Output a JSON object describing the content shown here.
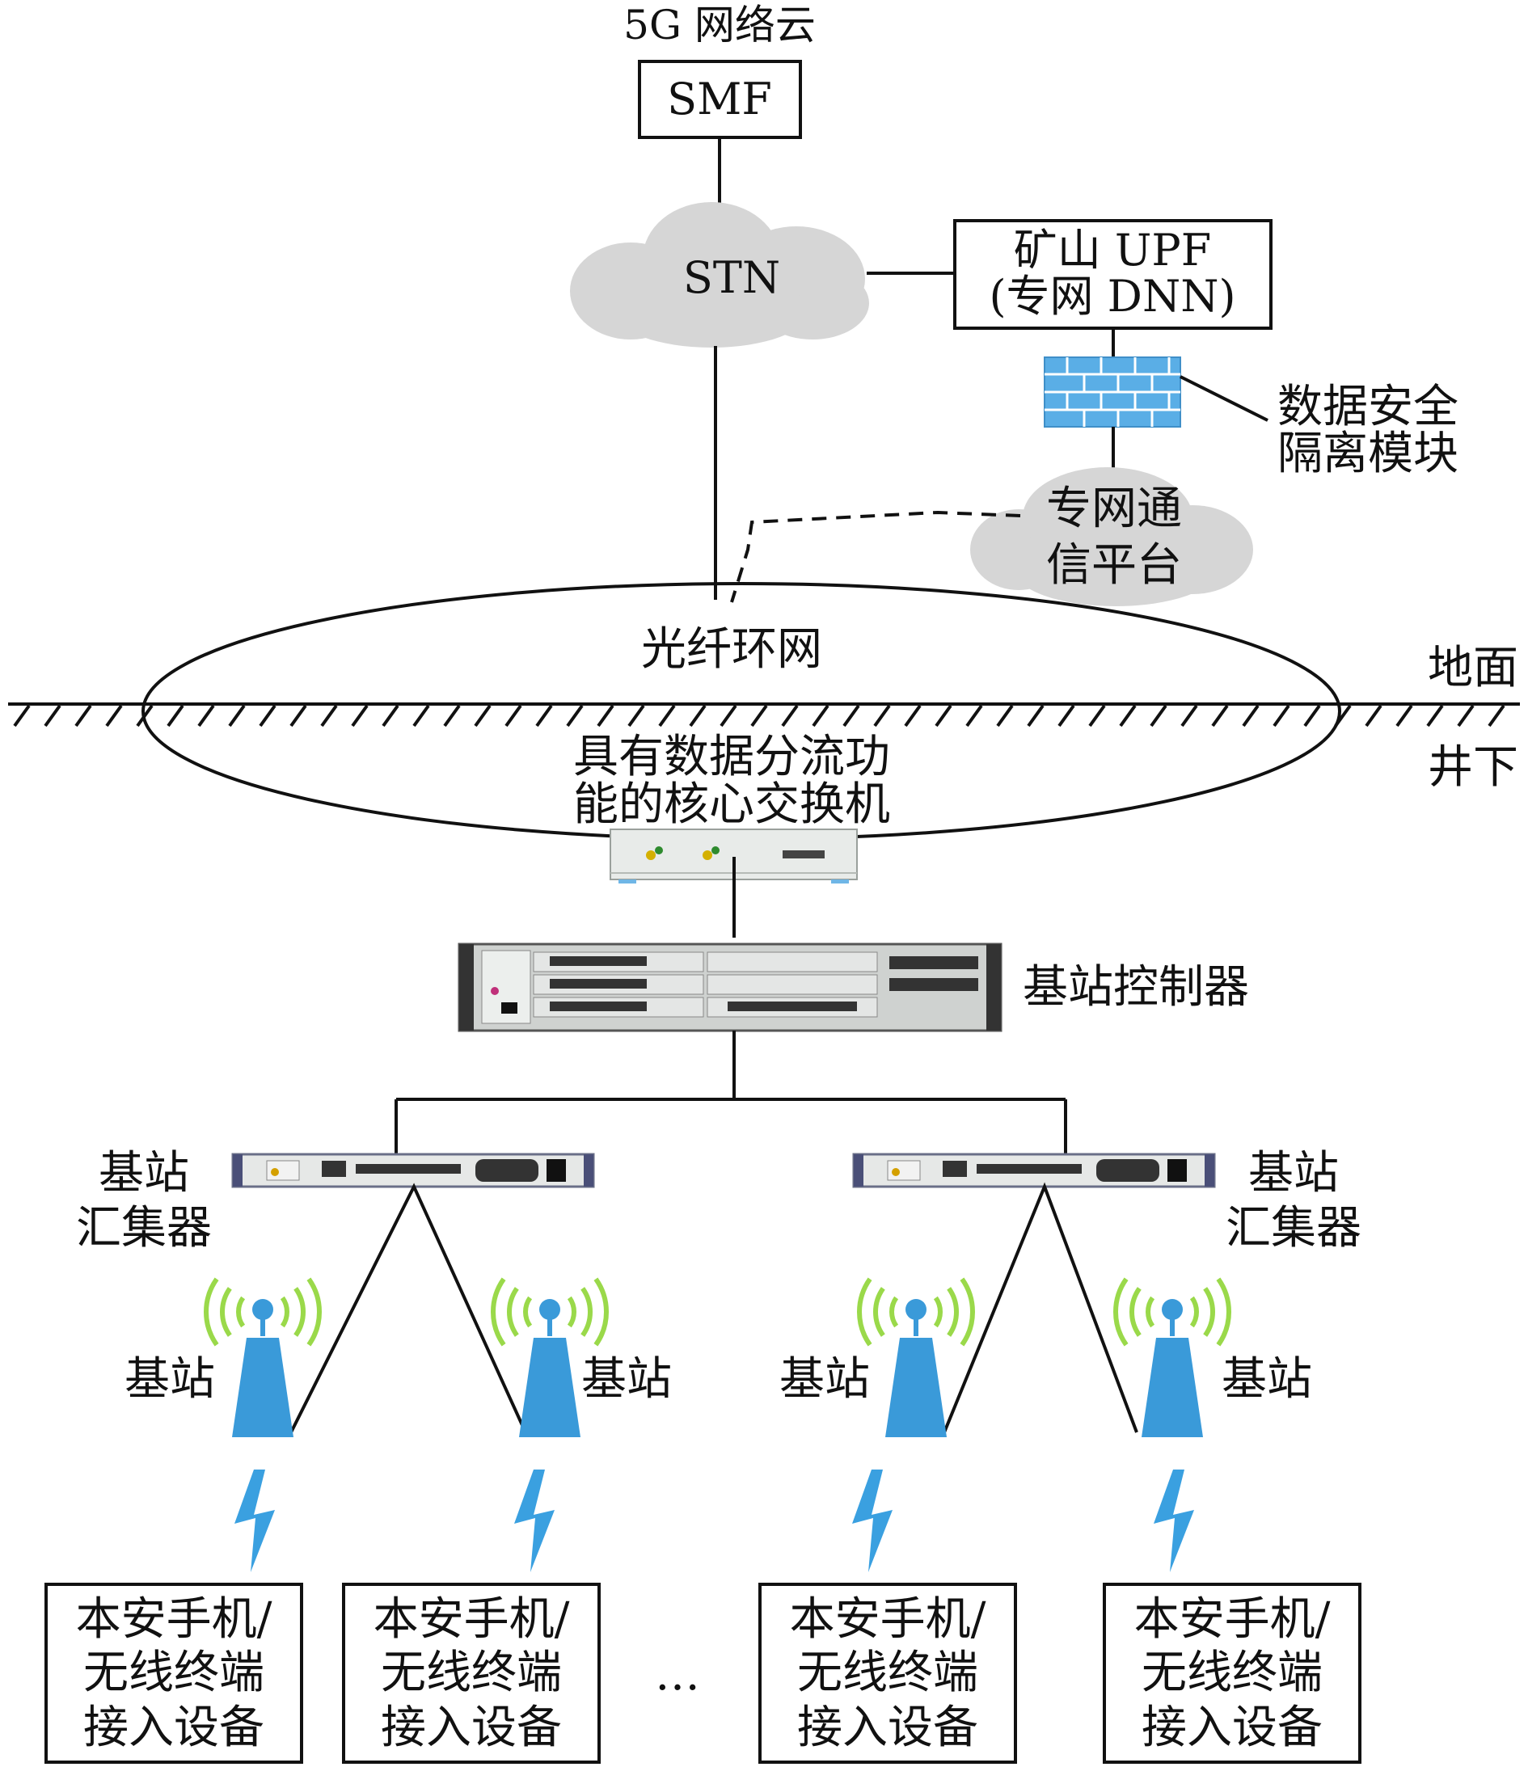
{
  "labels": {
    "network_cloud": "5G 网络云",
    "smf": "SMF",
    "stn": "STN",
    "upf_line1": "矿山 UPF",
    "upf_line2": "(专网 DNN)",
    "isolation_line1": "数据安全",
    "isolation_line2": "隔离模块",
    "private_platform_line1": "专网通",
    "private_platform_line2": "信平台",
    "fiber_ring": "光纤环网",
    "ground": "地面",
    "underground": "井下",
    "core_switch_line1": "具有数据分流功",
    "core_switch_line2": "能的核心交换机",
    "bs_controller": "基站控制器",
    "aggregator_line1": "基站",
    "aggregator_line2": "汇集器",
    "base_station": "基站",
    "ellipsis": "…"
  },
  "terminals": [
    {
      "line1": "本安手机/",
      "line2": "无线终端",
      "line3": "接入设备"
    },
    {
      "line1": "本安手机/",
      "line2": "无线终端",
      "line3": "接入设备"
    },
    {
      "line1": "本安手机/",
      "line2": "无线终端",
      "line3": "接入设备"
    },
    {
      "line1": "本安手机/",
      "line2": "无线终端",
      "line3": "接入设备"
    }
  ],
  "colors": {
    "cloud": "#d6d6d6",
    "firewall": "#5aaee6",
    "antenna": "#3a9ad9",
    "signal_arcs": "#9ad94a",
    "lightning": "#3aa0e0"
  }
}
